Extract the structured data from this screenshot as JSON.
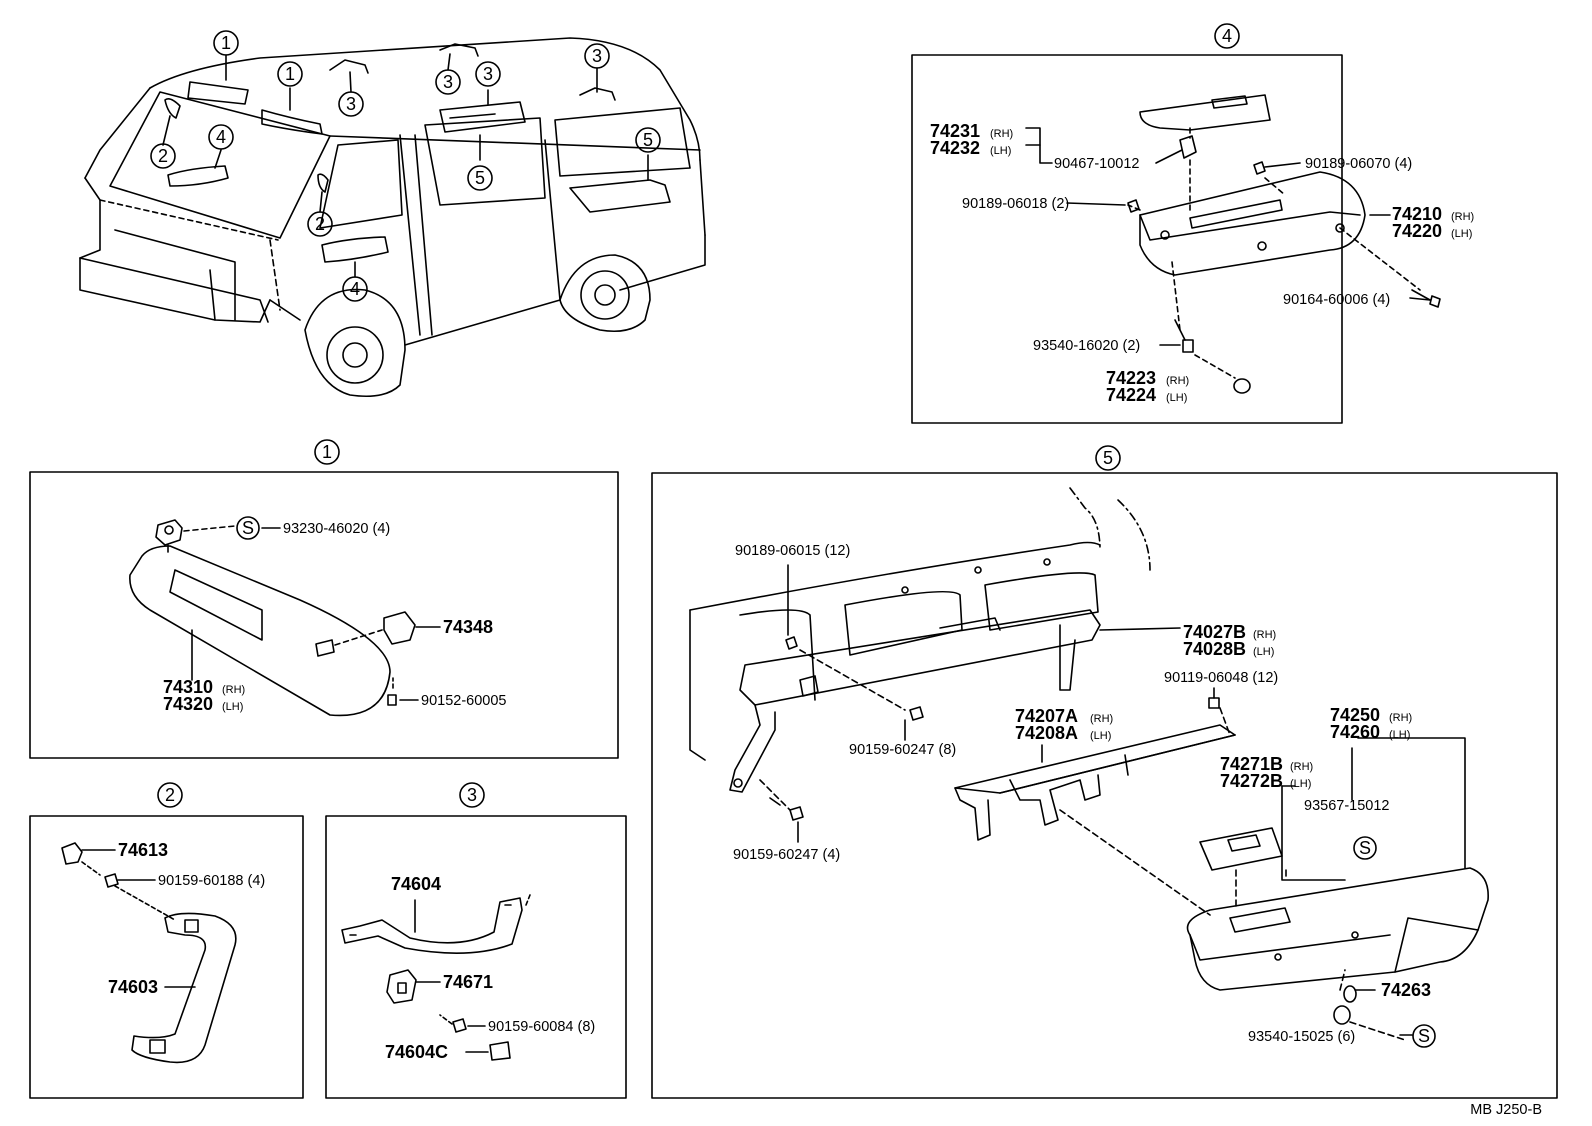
{
  "callout_numbers": {
    "one": "1",
    "two": "2",
    "three": "3",
    "four": "4",
    "five": "5"
  },
  "symbol_s": "S",
  "footer_code": "MB  J250-B",
  "panel4": {
    "p74231": "74231",
    "p74232": "74232",
    "p90467": "90467-10012",
    "p90189_06070": "90189-06070 (4)",
    "p90189_06018": "90189-06018 (2)",
    "p74210": "74210",
    "p74220": "74220",
    "p90164": "90164-60006 (4)",
    "p93540_16020": "93540-16020 (2)",
    "p74223": "74223",
    "p74224": "74224"
  },
  "panel1": {
    "p93230": "93230-46020 (4)",
    "p74348": "74348",
    "p74310": "74310",
    "p74320": "74320",
    "p90152": "90152-60005"
  },
  "panel2": {
    "p74613": "74613",
    "p90159_60188": "90159-60188 (4)",
    "p74603": "74603"
  },
  "panel3": {
    "p74604": "74604",
    "p74671": "74671",
    "p90159_60084": "90159-60084 (8)",
    "p74604C": "74604C"
  },
  "panel5": {
    "p90189_06015": "90189-06015 (12)",
    "p74027B": "74027B",
    "p74028B": "74028B",
    "p90119": "90119-06048 (12)",
    "p74207A": "74207A",
    "p74208A": "74208A",
    "p74250": "74250",
    "p74260": "74260",
    "p90159_60247_8": "90159-60247 (8)",
    "p74271B": "74271B",
    "p74272B": "74272B",
    "p93567": "93567-15012",
    "p90159_60247_4": "90159-60247 (4)",
    "p74263": "74263",
    "p93540_15025": "93540-15025 (6)"
  },
  "side": {
    "rh": "(RH)",
    "lh": "(LH)"
  }
}
